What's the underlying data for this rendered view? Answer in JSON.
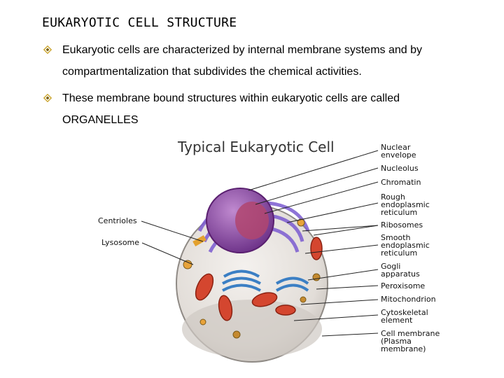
{
  "slide": {
    "title": "EUKARYOTIC CELL STRUCTURE",
    "bullets": [
      "Eukaryotic cells are characterized by internal membrane systems and by compartmentalization that subdivides the chemical activities.",
      "These membrane bound structures within eukaryotic cells are called ORGANELLES"
    ]
  },
  "figure": {
    "title": "Typical Eukaryotic Cell",
    "left_labels": [
      "Centrioles",
      "Lysosome"
    ],
    "right_labels": [
      "Nuclear\nenvelope",
      "Nucleolus",
      "Chromatin",
      "Rough\nendoplasmic\nreticulum",
      "Ribosomes",
      "Smooth\nendoplasmic\nreticulum",
      "Gogli\napparatus",
      "Peroxisome",
      "Mitochondrion",
      "Cytoskeletal\nelement",
      "Cell membrane\n(Plasma\nmembrane)"
    ]
  },
  "colors": {
    "bullet_outline": "#c9a227",
    "nucleus": "#8b4a9c",
    "nucleolus": "#b0456e",
    "er": "#7b5bd1",
    "golgi": "#3b7fc4",
    "mitochondria": "#d4462f",
    "cytoplasm": "#e7e3df"
  }
}
